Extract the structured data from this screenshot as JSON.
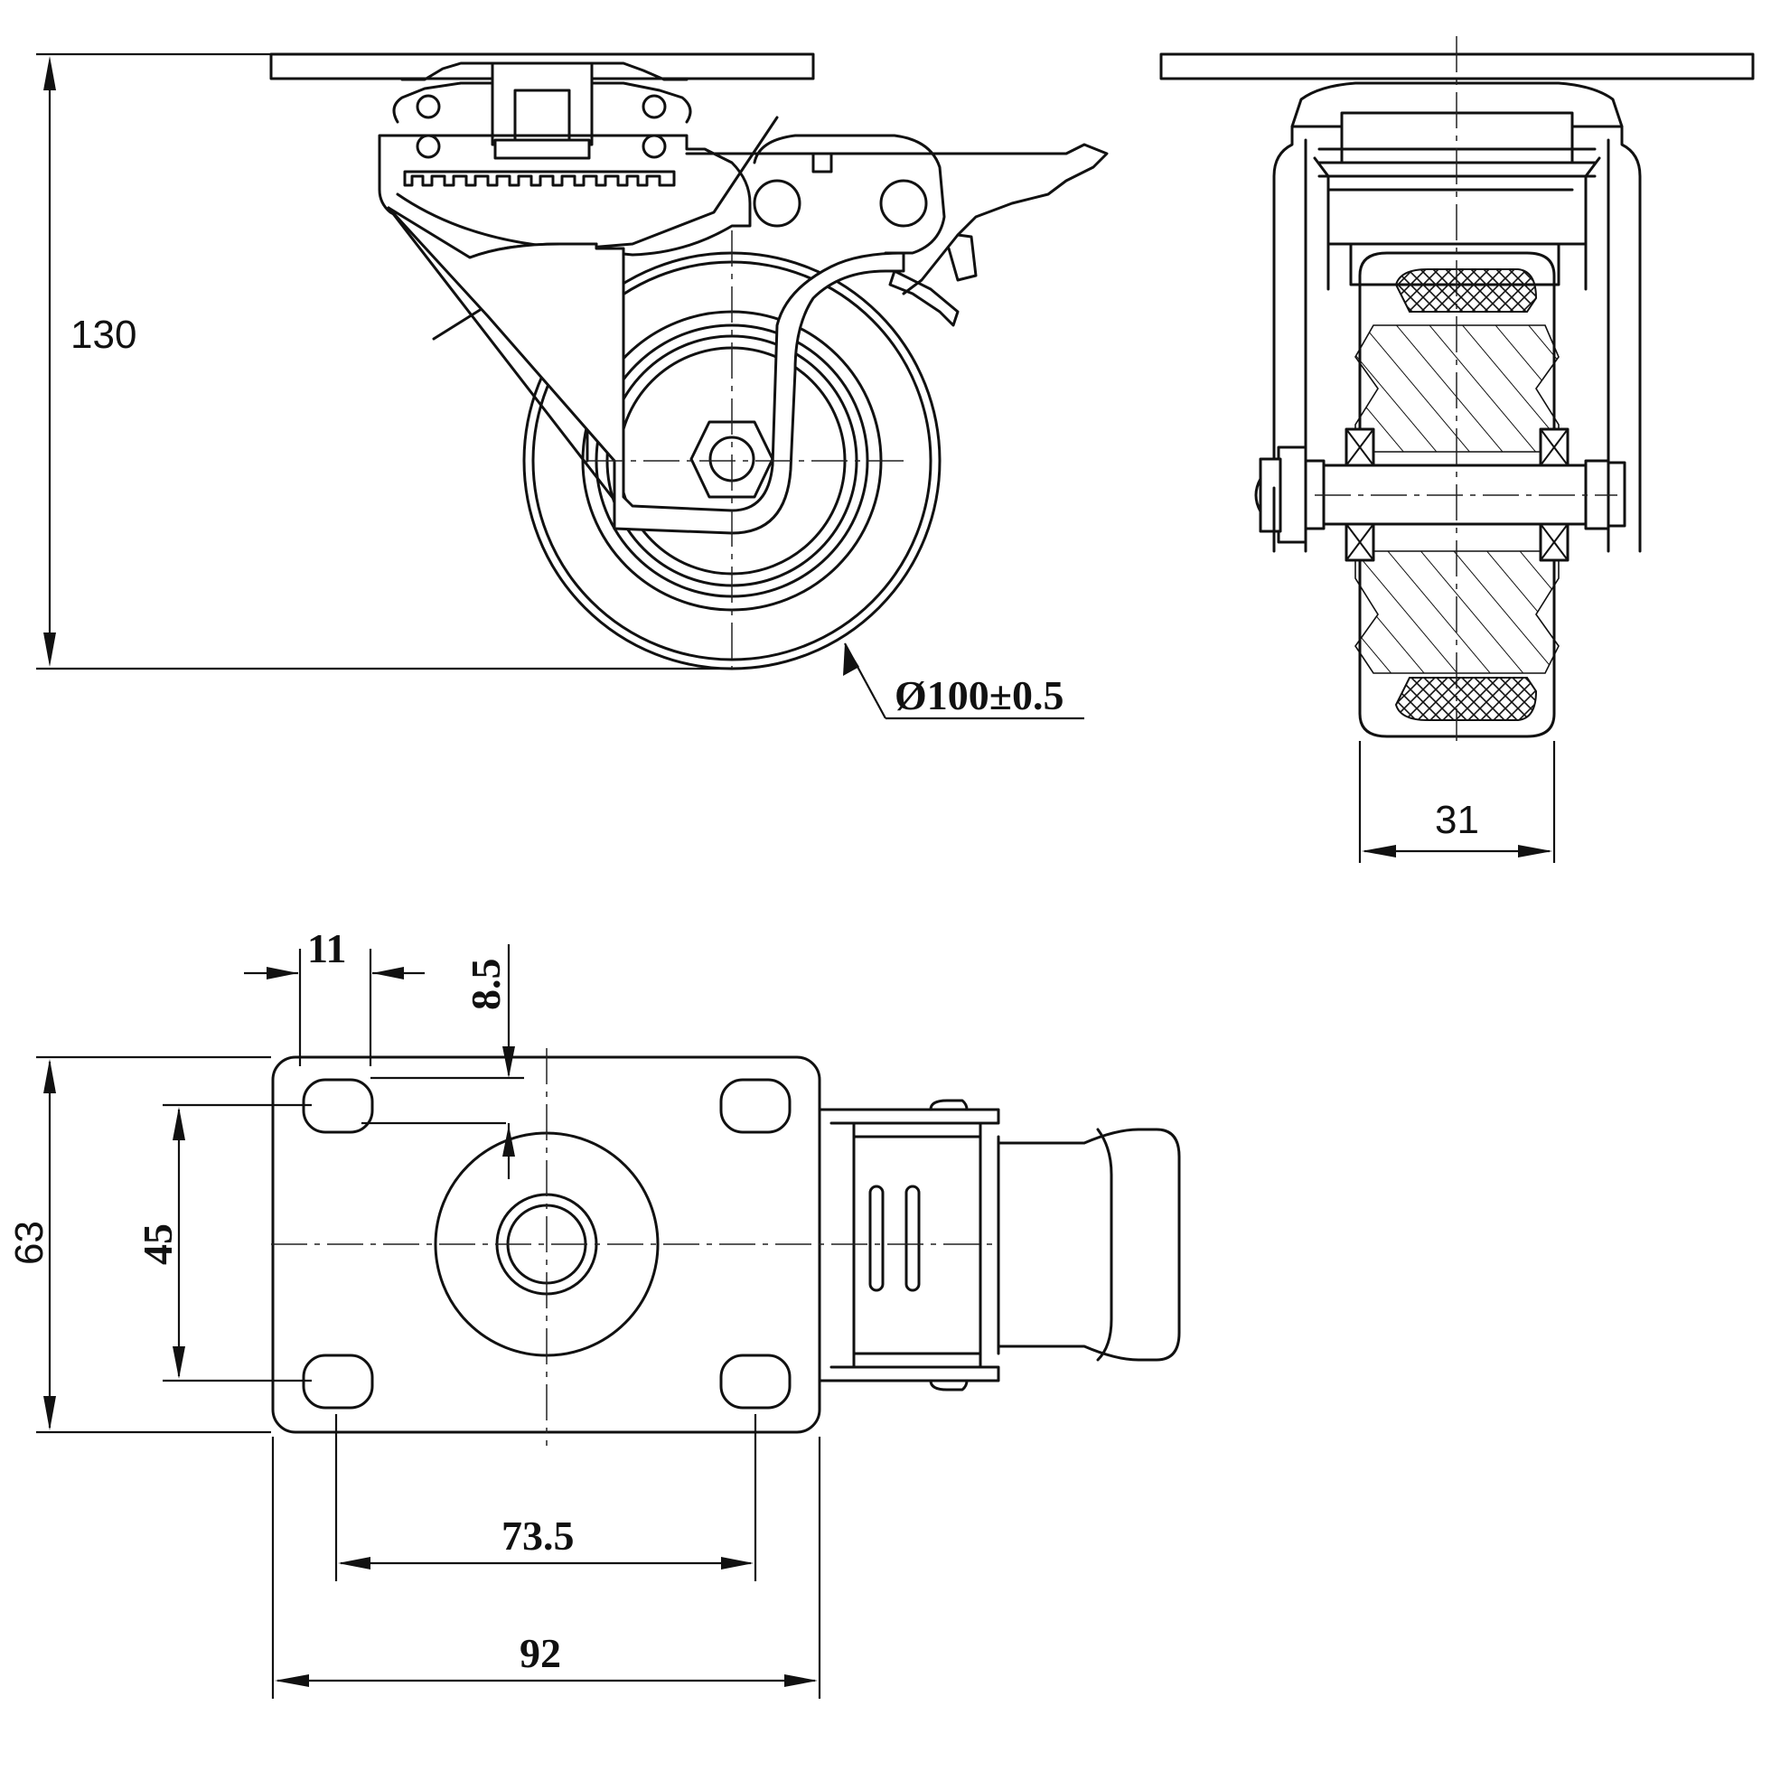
{
  "dimensions": {
    "overall_height": "130",
    "wheel_diameter": "Ø100±0.5",
    "wheel_width": "31",
    "hole_diameter": "11",
    "hole_slot": "8.5",
    "plate_width": "63",
    "bolt_spacing_y": "45",
    "bolt_spacing_x": "73.5",
    "plate_length": "92"
  }
}
